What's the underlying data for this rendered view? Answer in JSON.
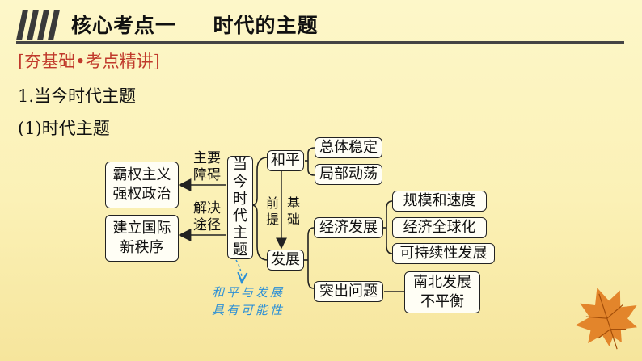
{
  "header": {
    "title_left": "核心考点一",
    "title_right": "时代的主题"
  },
  "tag": "[夯基础•考点精讲]",
  "section": "1.当今时代主题",
  "subsection": "(1)时代主题",
  "diagram": {
    "center": "当\n今\n时\n代\n主\n题",
    "left_top": "霸权主义\n强权政治",
    "left_bottom": "建立国际\n新秩序",
    "arrow_top_label": "主要\n障碍",
    "arrow_bottom_label": "解决\n途径",
    "peace": "和平",
    "development": "发展",
    "premise": "前\n提",
    "basis": "基\n础",
    "peace_items": [
      "总体稳定",
      "局部动荡"
    ],
    "economic": "经济发展",
    "economic_items": [
      "规模和速度",
      "经济全球化",
      "可持续性发展"
    ],
    "issue": "突出问题",
    "issue_item": "南北发展\n不平衡",
    "note": "和平与发展\n具有可能性"
  },
  "colors": {
    "tag": "#c0392b",
    "note": "#2b8fd6",
    "leaf": "#e07a1e"
  }
}
